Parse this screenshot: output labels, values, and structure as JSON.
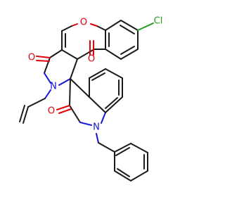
{
  "atom_labels": {
    "cl": "Cl",
    "o_ring": "O",
    "o_ketone": "O",
    "o_imide": "O",
    "n_pyrrole": "N",
    "o_oxindole": "O",
    "n_oxindole": "N"
  },
  "colors": {
    "bond": "#1a1a1a",
    "oxygen": "#e0000a",
    "nitrogen": "#1414d8",
    "chlorine": "#1f9f1f",
    "background": "#ffffff"
  }
}
